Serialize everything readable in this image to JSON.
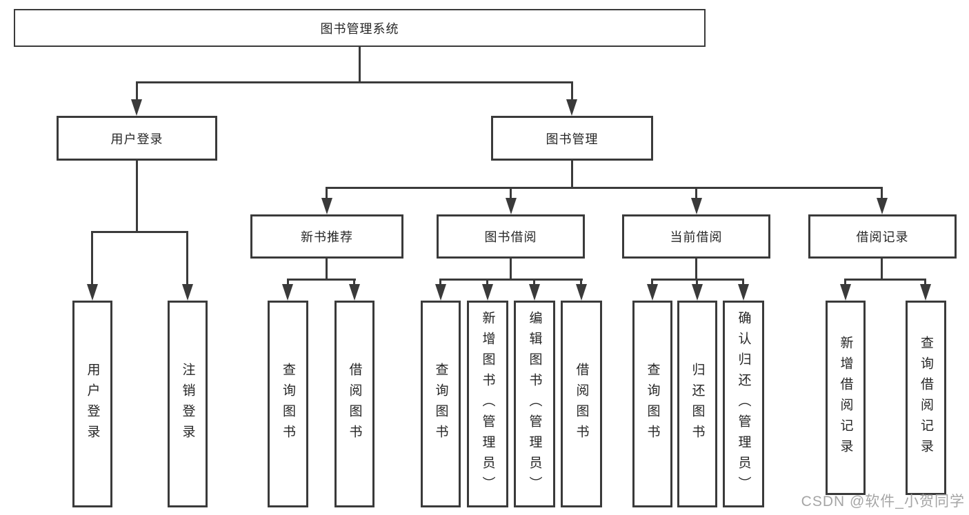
{
  "tree": {
    "root": {
      "label": "图书管理系统"
    },
    "branches": [
      {
        "label": "用户登录",
        "children": [
          {
            "label": "用户登录"
          },
          {
            "label": "注销登录"
          }
        ]
      },
      {
        "label": "图书管理",
        "children": [
          {
            "label": "新书推荐",
            "children": [
              {
                "label": "查询图书"
              },
              {
                "label": "借阅图书"
              }
            ]
          },
          {
            "label": "图书借阅",
            "children": [
              {
                "label": "查询图书"
              },
              {
                "label": "新增图书（管理员）"
              },
              {
                "label": "编辑图书（管理员）"
              },
              {
                "label": "借阅图书"
              }
            ]
          },
          {
            "label": "当前借阅",
            "children": [
              {
                "label": "查询图书"
              },
              {
                "label": "归还图书"
              },
              {
                "label": "确认归还（管理员）"
              }
            ]
          },
          {
            "label": "借阅记录",
            "children": [
              {
                "label": "新增借阅记录"
              },
              {
                "label": "查询借阅记录"
              }
            ]
          }
        ]
      }
    ]
  },
  "watermark": {
    "text": "CSDN @软件_小贺同学"
  },
  "colors": {
    "line": "#3a3a3a",
    "text": "#262626",
    "background": "#ffffff",
    "watermark": "#a0a0a0"
  }
}
